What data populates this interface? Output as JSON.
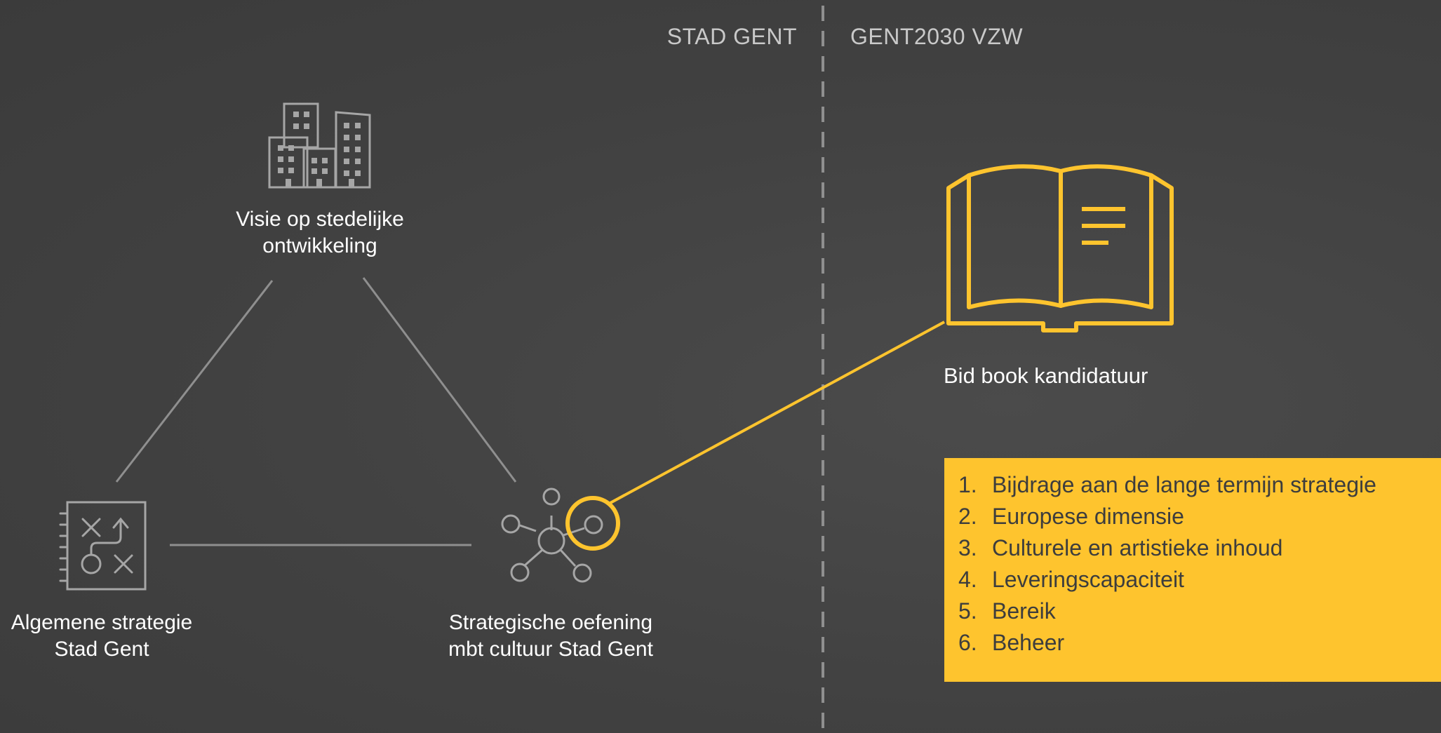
{
  "headers": {
    "left": "STAD GENT",
    "right": "GENT2030 VZW"
  },
  "nodes": {
    "top": {
      "line1": "Visie op stedelijke",
      "line2": "ontwikkeling",
      "icon": "city-buildings-icon"
    },
    "left": {
      "line1": "Algemene strategie",
      "line2": "Stad Gent",
      "icon": "strategy-plan-icon"
    },
    "right": {
      "line1": "Strategische oefening",
      "line2": "mbt cultuur Stad Gent",
      "icon": "network-hub-icon"
    },
    "book": {
      "label": "Bid book kandidatuur",
      "icon": "open-book-icon"
    }
  },
  "criteria": [
    {
      "num": "1.",
      "text": "Bijdrage aan de lange termijn strategie"
    },
    {
      "num": "2.",
      "text": "Europese dimensie"
    },
    {
      "num": "3.",
      "text": "Culturele en artistieke inhoud"
    },
    {
      "num": "4.",
      "text": "Leveringscapaciteit"
    },
    {
      "num": "5.",
      "text": "Bereik"
    },
    {
      "num": "6.",
      "text": "Beheer"
    }
  ],
  "colors": {
    "accent": "#fec42e",
    "line": "#8f8f8f",
    "background": "#444444",
    "text": "#ffffff"
  }
}
